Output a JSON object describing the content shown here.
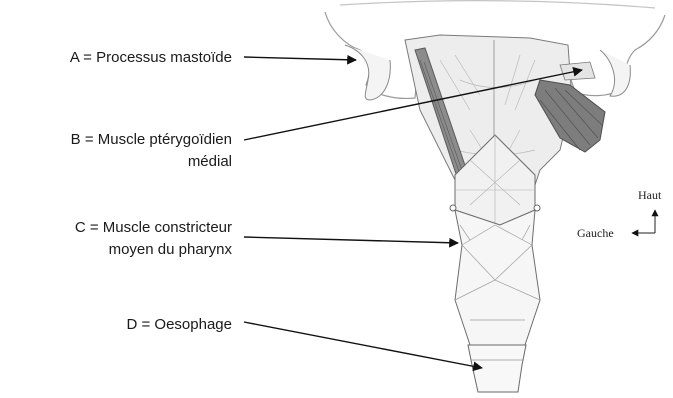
{
  "labels": {
    "a": "A = Processus mastoïde",
    "b_line1": "B = Muscle ptérygoïdien",
    "b_line2": "médial",
    "c_line1": "C = Muscle constricteur",
    "c_line2": "moyen du pharynx",
    "d": "D = Oesophage"
  },
  "orientation": {
    "up_label": "Haut",
    "left_label": "Gauche"
  }
}
